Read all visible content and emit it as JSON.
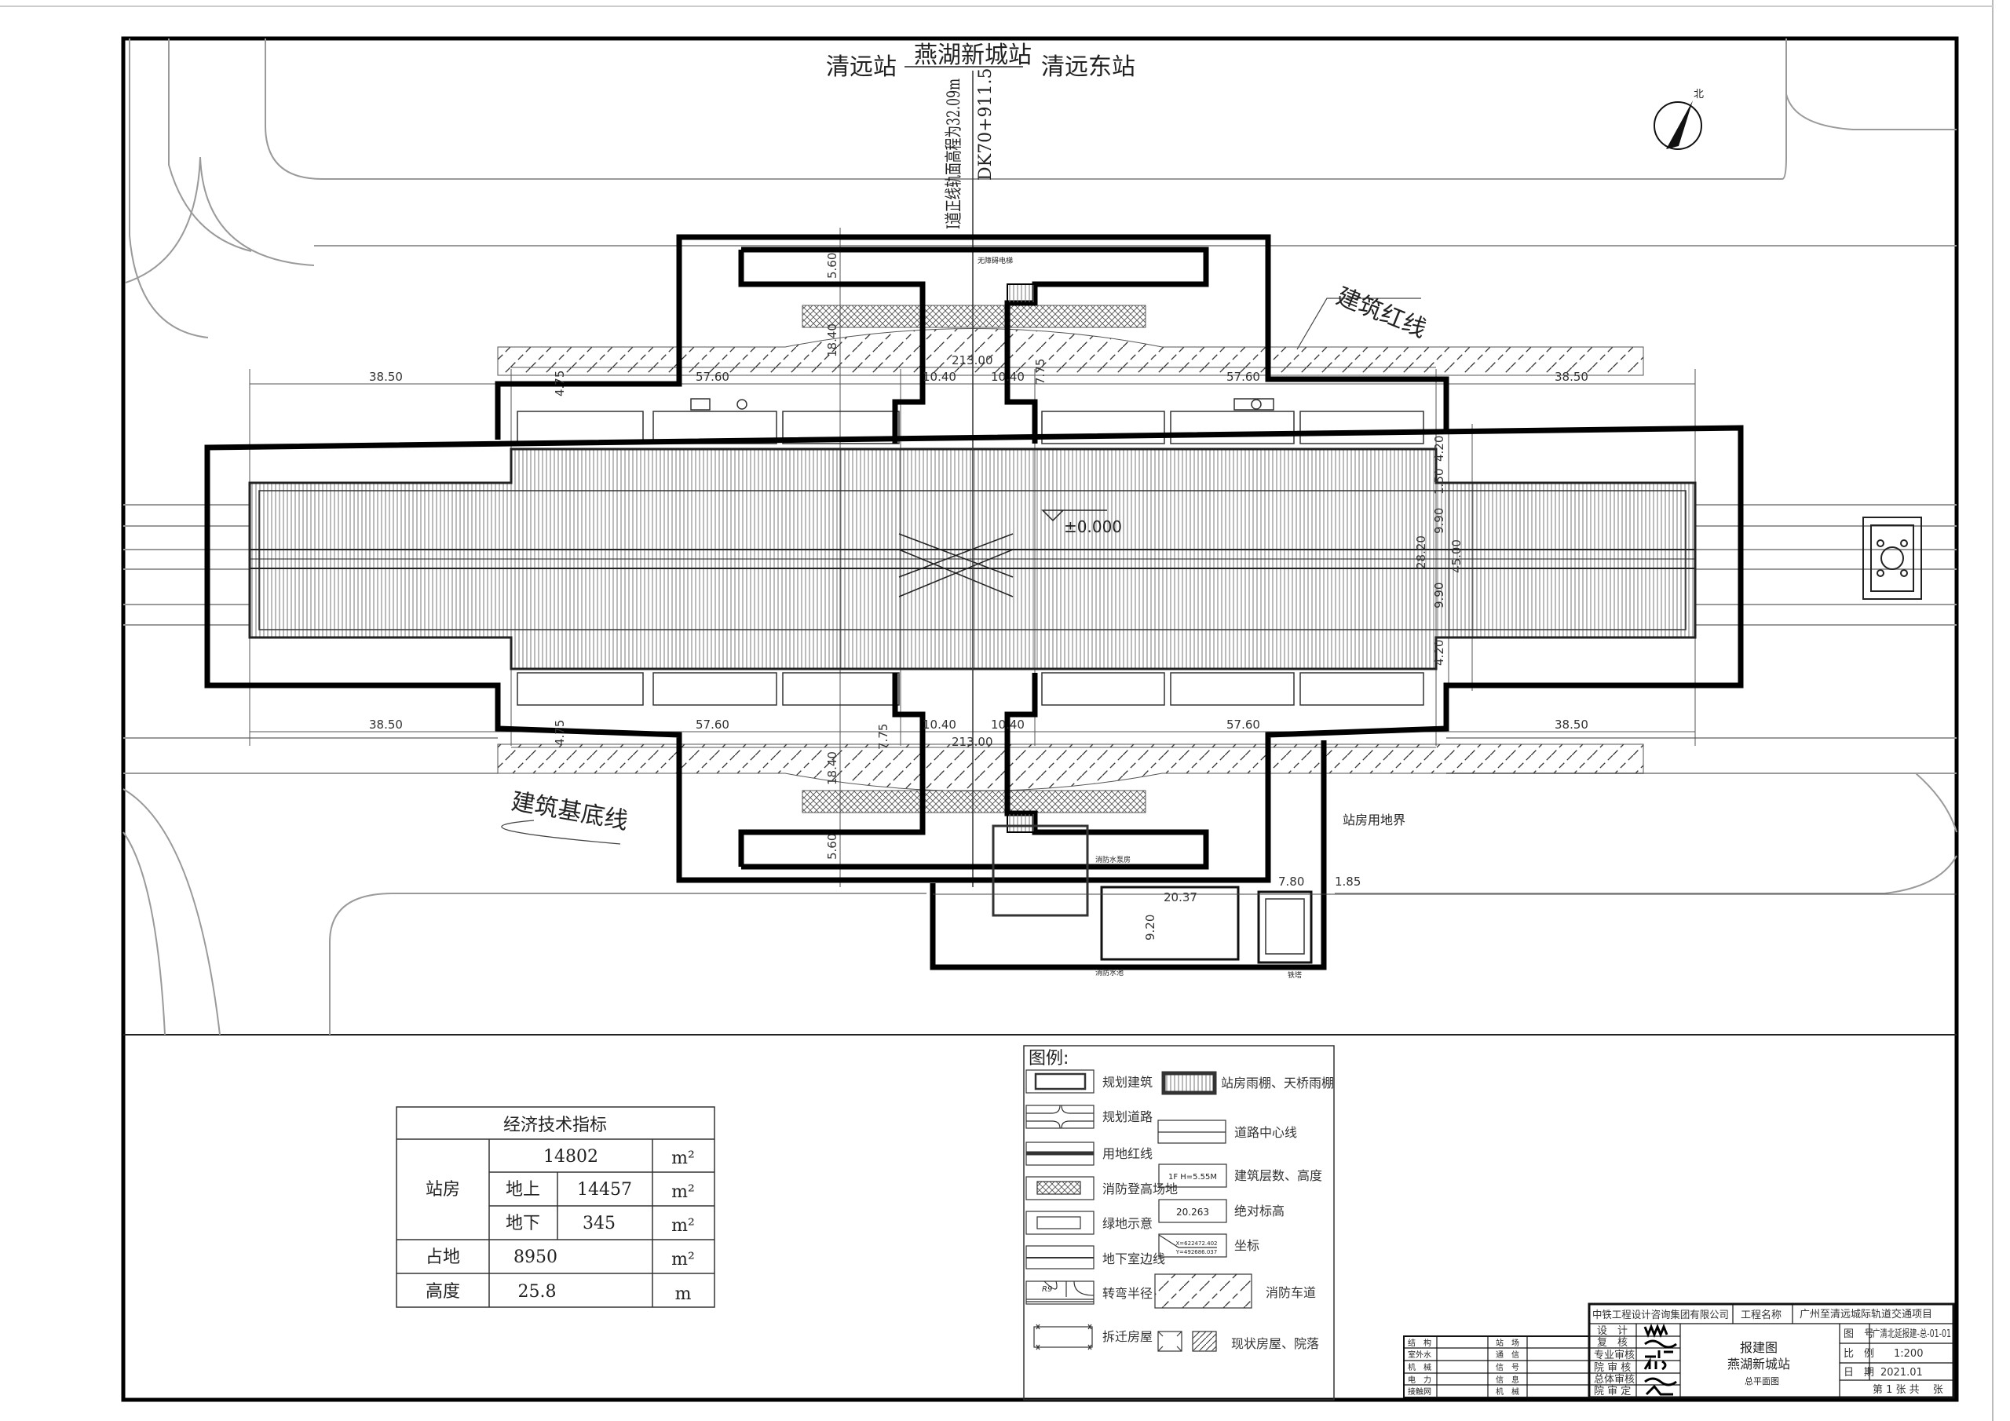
{
  "header": {
    "station_prev": "清远站",
    "station_current": "燕湖新城站",
    "station_next": "清远东站",
    "rail_elevation": "I道正线轨面高程为32.09m",
    "chainage": "DK70+911.5"
  },
  "annotations": {
    "red_line": "建筑红线",
    "base_line": "建筑基底线",
    "site_boundary": "站房用地界",
    "elevation_zero": "±0.000",
    "elevator": "无障碍电梯",
    "pump_room": "消防水泵房",
    "fire_pool": "消防水池",
    "tower": "铁塔",
    "north": "北"
  },
  "dimensions": {
    "d3850": "38.50",
    "d5760": "57.60",
    "d1040": "10.40",
    "d21300": "213.00",
    "d560": "5.60",
    "d1840": "18.40",
    "d475": "4.75",
    "d775": "7.75",
    "d420": "4.20",
    "d150": "1.50",
    "d990": "9.90",
    "d4500": "45.00",
    "d2820": "28.20",
    "d920": "9.20",
    "d2037": "20.37",
    "d780": "7.80",
    "d185": "1.85"
  },
  "indicators_table": {
    "title": "经济技术指标",
    "station_label": "站房",
    "station_total": "14802",
    "above_label": "地上",
    "above_value": "14457",
    "below_label": "地下",
    "below_value": "345",
    "land_label": "占地",
    "land_value": "8950",
    "height_label": "高度",
    "height_value": "25.8",
    "unit_area": "m²",
    "unit_len": "m"
  },
  "legend": {
    "title": "图例:",
    "planned_building": "规划建筑",
    "planned_road": "规划道路",
    "land_red_line": "用地红线",
    "fire_platform": "消防登高场地",
    "green_area": "绿地示意",
    "basement_edge": "地下室边线",
    "turn_radius": "转弯半径",
    "turn_radius_sample": "R9",
    "demolish": "拆迁房屋",
    "canopy": "站房雨棚、天桥雨棚",
    "road_centerline": "道路中心线",
    "floors_height": "建筑层数、高度",
    "floors_height_sample": "1F H=5.55M",
    "abs_elevation": "绝对标高",
    "abs_elevation_sample": "20.263",
    "coordinate": "坐标",
    "coord_x": "X=622472.402",
    "coord_y": "Y=492686.037",
    "fire_lane": "消防车道",
    "existing": "现状房屋、院落"
  },
  "title_block": {
    "company": "中铁工程设计咨询集团有限公司",
    "project_label": "工程名称",
    "project_name": "广州至清远城际轨道交通项目",
    "roles": [
      "设　计",
      "复　核",
      "专业审核",
      "院 审 核",
      "总体审核",
      "院 审 定"
    ],
    "drawing_type": "报建图",
    "drawing_station": "燕湖新城站",
    "drawing_name": "总平面图",
    "no_label": "图　号",
    "no_value": "广清北延报建-总-01-01",
    "scale_label": "比　例",
    "scale_value": "1:200",
    "date_label": "日　期",
    "date_value": "2021.01",
    "sheet": "第 1 张 共　 张",
    "disciplines": [
      [
        "结　构",
        "站　场"
      ],
      [
        "室外水",
        "通　信"
      ],
      [
        "机　械",
        "信　号"
      ],
      [
        "电　力",
        "信　息"
      ],
      [
        "接触网",
        "机　械"
      ]
    ]
  }
}
